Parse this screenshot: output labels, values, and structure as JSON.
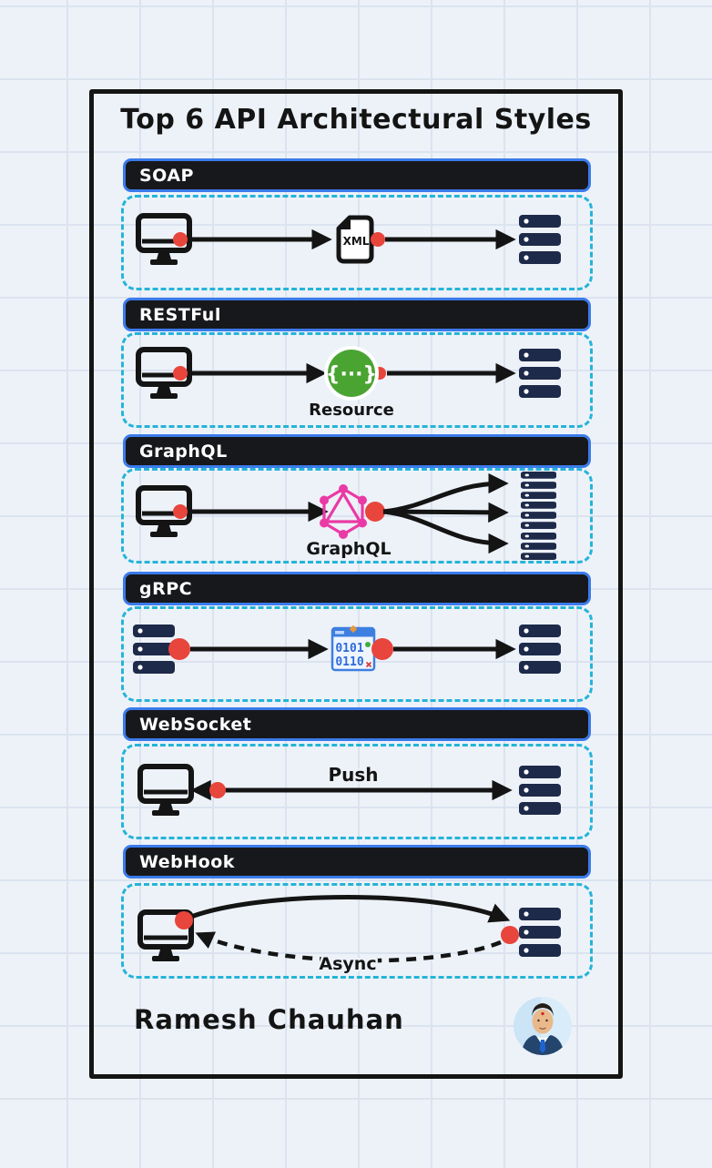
{
  "title": "Top 6 API Architectural Styles",
  "author": {
    "name": "Ramesh Chauhan"
  },
  "colors": {
    "page-bg": "#edf2f9",
    "grid-line": "#dbe3ef",
    "ink": "#141414",
    "header-bg": "#17181c",
    "header-border": "#3b7bea",
    "dash-border": "#25b4d8",
    "navy": "#1e2a49",
    "red": "#e8453c",
    "green": "#4aa432",
    "pink": "#ea3aa5",
    "blue": "#3d7fe0"
  },
  "sections": [
    {
      "label": "SOAP",
      "node_label": "XML"
    },
    {
      "label": "RESTFul",
      "icon_glyph": "{···}",
      "caption": "Resource"
    },
    {
      "label": "GraphQL",
      "caption": "GraphQL"
    },
    {
      "label": "gRPC",
      "binary": [
        "0101",
        "0110"
      ]
    },
    {
      "label": "WebSocket",
      "arrow_label": "Push"
    },
    {
      "label": "WebHook",
      "arrow_label": "Async"
    }
  ]
}
